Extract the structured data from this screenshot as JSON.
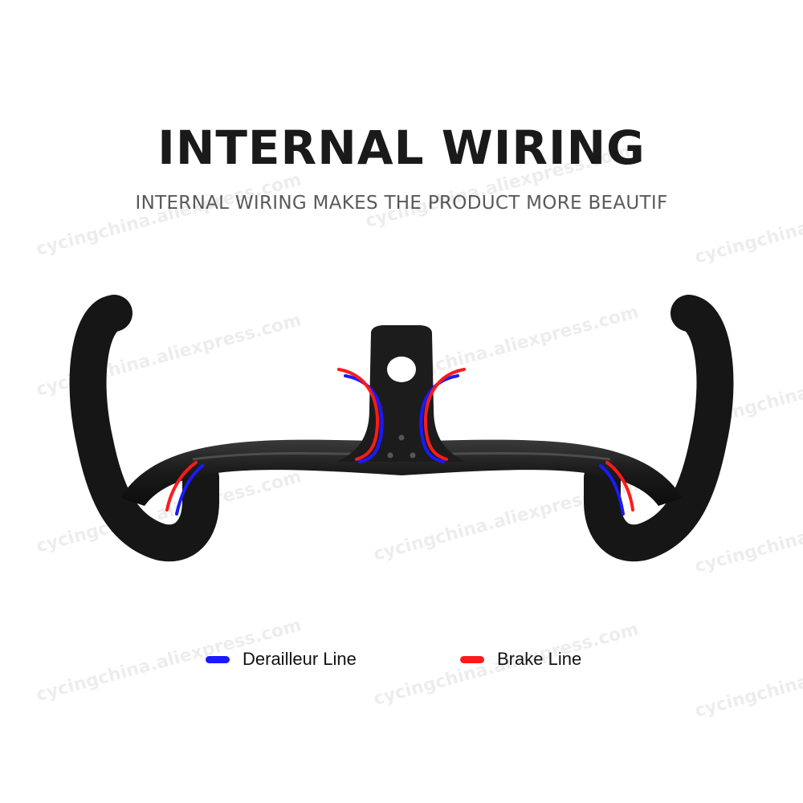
{
  "title": "INTERNAL WIRING",
  "subtitle": "INTERNAL WIRING MAKES THE PRODUCT MORE BEAUTIF",
  "watermark": "cycingchina.aliexpress.com",
  "legend": [
    {
      "label": "Derailleur Line",
      "color": "#1a1aff"
    },
    {
      "label": "Brake Line",
      "color": "#ff1a1a"
    }
  ],
  "colors": {
    "handlebar": "#1c1c1c",
    "derailleur": "#1a1aff",
    "brake": "#ff1a1a"
  }
}
